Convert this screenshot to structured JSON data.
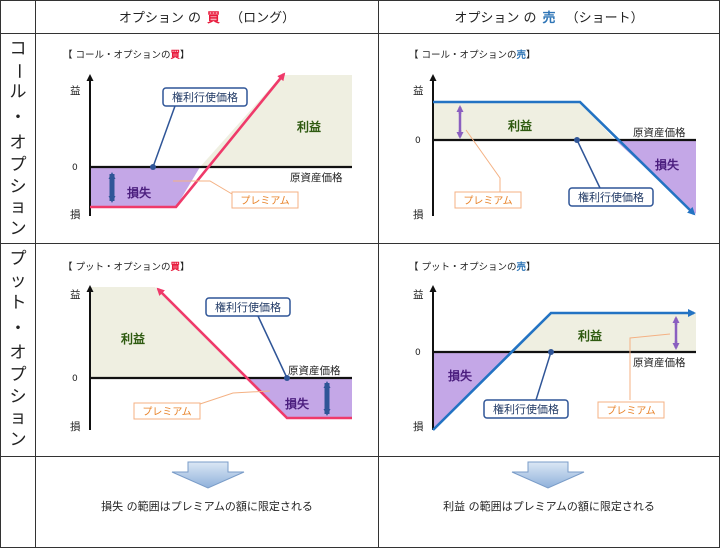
{
  "header": {
    "buy_prefix": "オプション の",
    "buy_word": "買",
    "buy_suffix": "（ロング）",
    "sell_prefix": "オプション の",
    "sell_word": "売",
    "sell_suffix": "（ショート）"
  },
  "rows": {
    "call_label": [
      "コ",
      "ー",
      "ル",
      "・",
      "オ",
      "プ",
      "シ",
      "ョ",
      "ン"
    ],
    "put_label": [
      "プ",
      "ッ",
      "ト",
      "・",
      "オ",
      "プ",
      "シ",
      "ョ",
      "ン"
    ]
  },
  "panels": {
    "call_buy": {
      "title_prefix": "【 コール・オプションの",
      "title_word": "買",
      "title_suffix": "】"
    },
    "call_sell": {
      "title_prefix": "【 コール・オプションの",
      "title_word": "売",
      "title_suffix": "】"
    },
    "put_buy": {
      "title_prefix": "【 プット・オプションの",
      "title_word": "買",
      "title_suffix": "】"
    },
    "put_sell": {
      "title_prefix": "【 プット・オプションの",
      "title_word": "売",
      "title_suffix": "】"
    }
  },
  "labels": {
    "gain": "益",
    "loss_axis": "損",
    "zero": "0",
    "underlying_price": "原資産価格",
    "profit": "利益",
    "loss": "損失",
    "strike": "権利行使価格",
    "premium": "プレミアム"
  },
  "bottom": {
    "buy_text": "損失 の範囲はプレミアムの額に限定される",
    "sell_text": "利益 の範囲はプレミアムの額に限定される"
  },
  "colors": {
    "buy_accent": "#e8193b",
    "sell_accent": "#2e75b6",
    "payoff_buy": "#ef3a6a",
    "payoff_sell": "#2373c3",
    "profit_fill": "#efefe1",
    "loss_fill": "#c4a7e7",
    "profit_text": "#2e5a10",
    "loss_text": "#4b1e7e",
    "premium_text": "#e8832a"
  }
}
